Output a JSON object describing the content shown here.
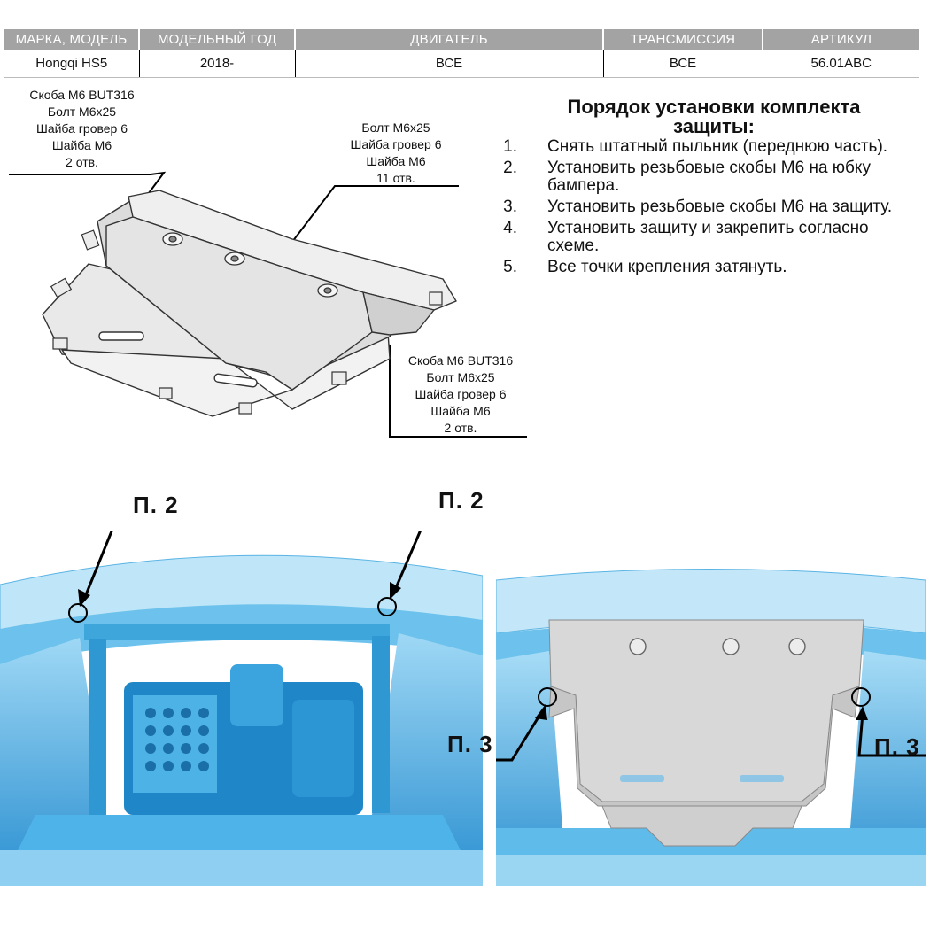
{
  "table": {
    "headers": [
      "МАРКА, МОДЕЛЬ",
      "МОДЕЛЬНЫЙ ГОД",
      "ДВИГАТЕЛЬ",
      "ТРАНСМИССИЯ",
      "АРТИКУЛ"
    ],
    "row": [
      "Hongqi HS5",
      "2018-",
      "ВСЕ",
      "ВСЕ",
      "56.01ABC"
    ]
  },
  "callouts": {
    "top_left": [
      "Скоба М6 BUT316",
      "Болт М6х25",
      "Шайба гровер 6",
      "Шайба М6",
      "2 отв."
    ],
    "top_middle": [
      "Болт М6х25",
      "Шайба гровер 6",
      "Шайба М6",
      "11 отв."
    ],
    "bottom_right": [
      "Скоба М6 BUT316",
      "Болт М6х25",
      "Шайба гровер 6",
      "Шайба М6",
      "2 отв."
    ]
  },
  "instructions": {
    "title_line1": "Порядок установки комплекта",
    "title_line2": "защиты:",
    "steps": [
      {
        "num": "1.",
        "text": "Снять штатный пыльник (переднюю часть)."
      },
      {
        "num": "2.",
        "text": "Установить резьбовые скобы М6 на юбку бампера."
      },
      {
        "num": "3.",
        "text": "Установить резьбовые скобы М6 на защиту."
      },
      {
        "num": "4.",
        "text": "Установить защиту и закрепить согласно схеме."
      },
      {
        "num": "5.",
        "text": "Все точки крепления затянуть."
      }
    ]
  },
  "photo_labels": {
    "left_a": "П. 2",
    "left_b": "П. 2",
    "right_a": "П. 3",
    "right_b": "П. 3"
  },
  "colors": {
    "header_gray": "#a3a3a3",
    "car_blue": "#3fa6dc",
    "plate_silver": "#d8d8d8"
  }
}
